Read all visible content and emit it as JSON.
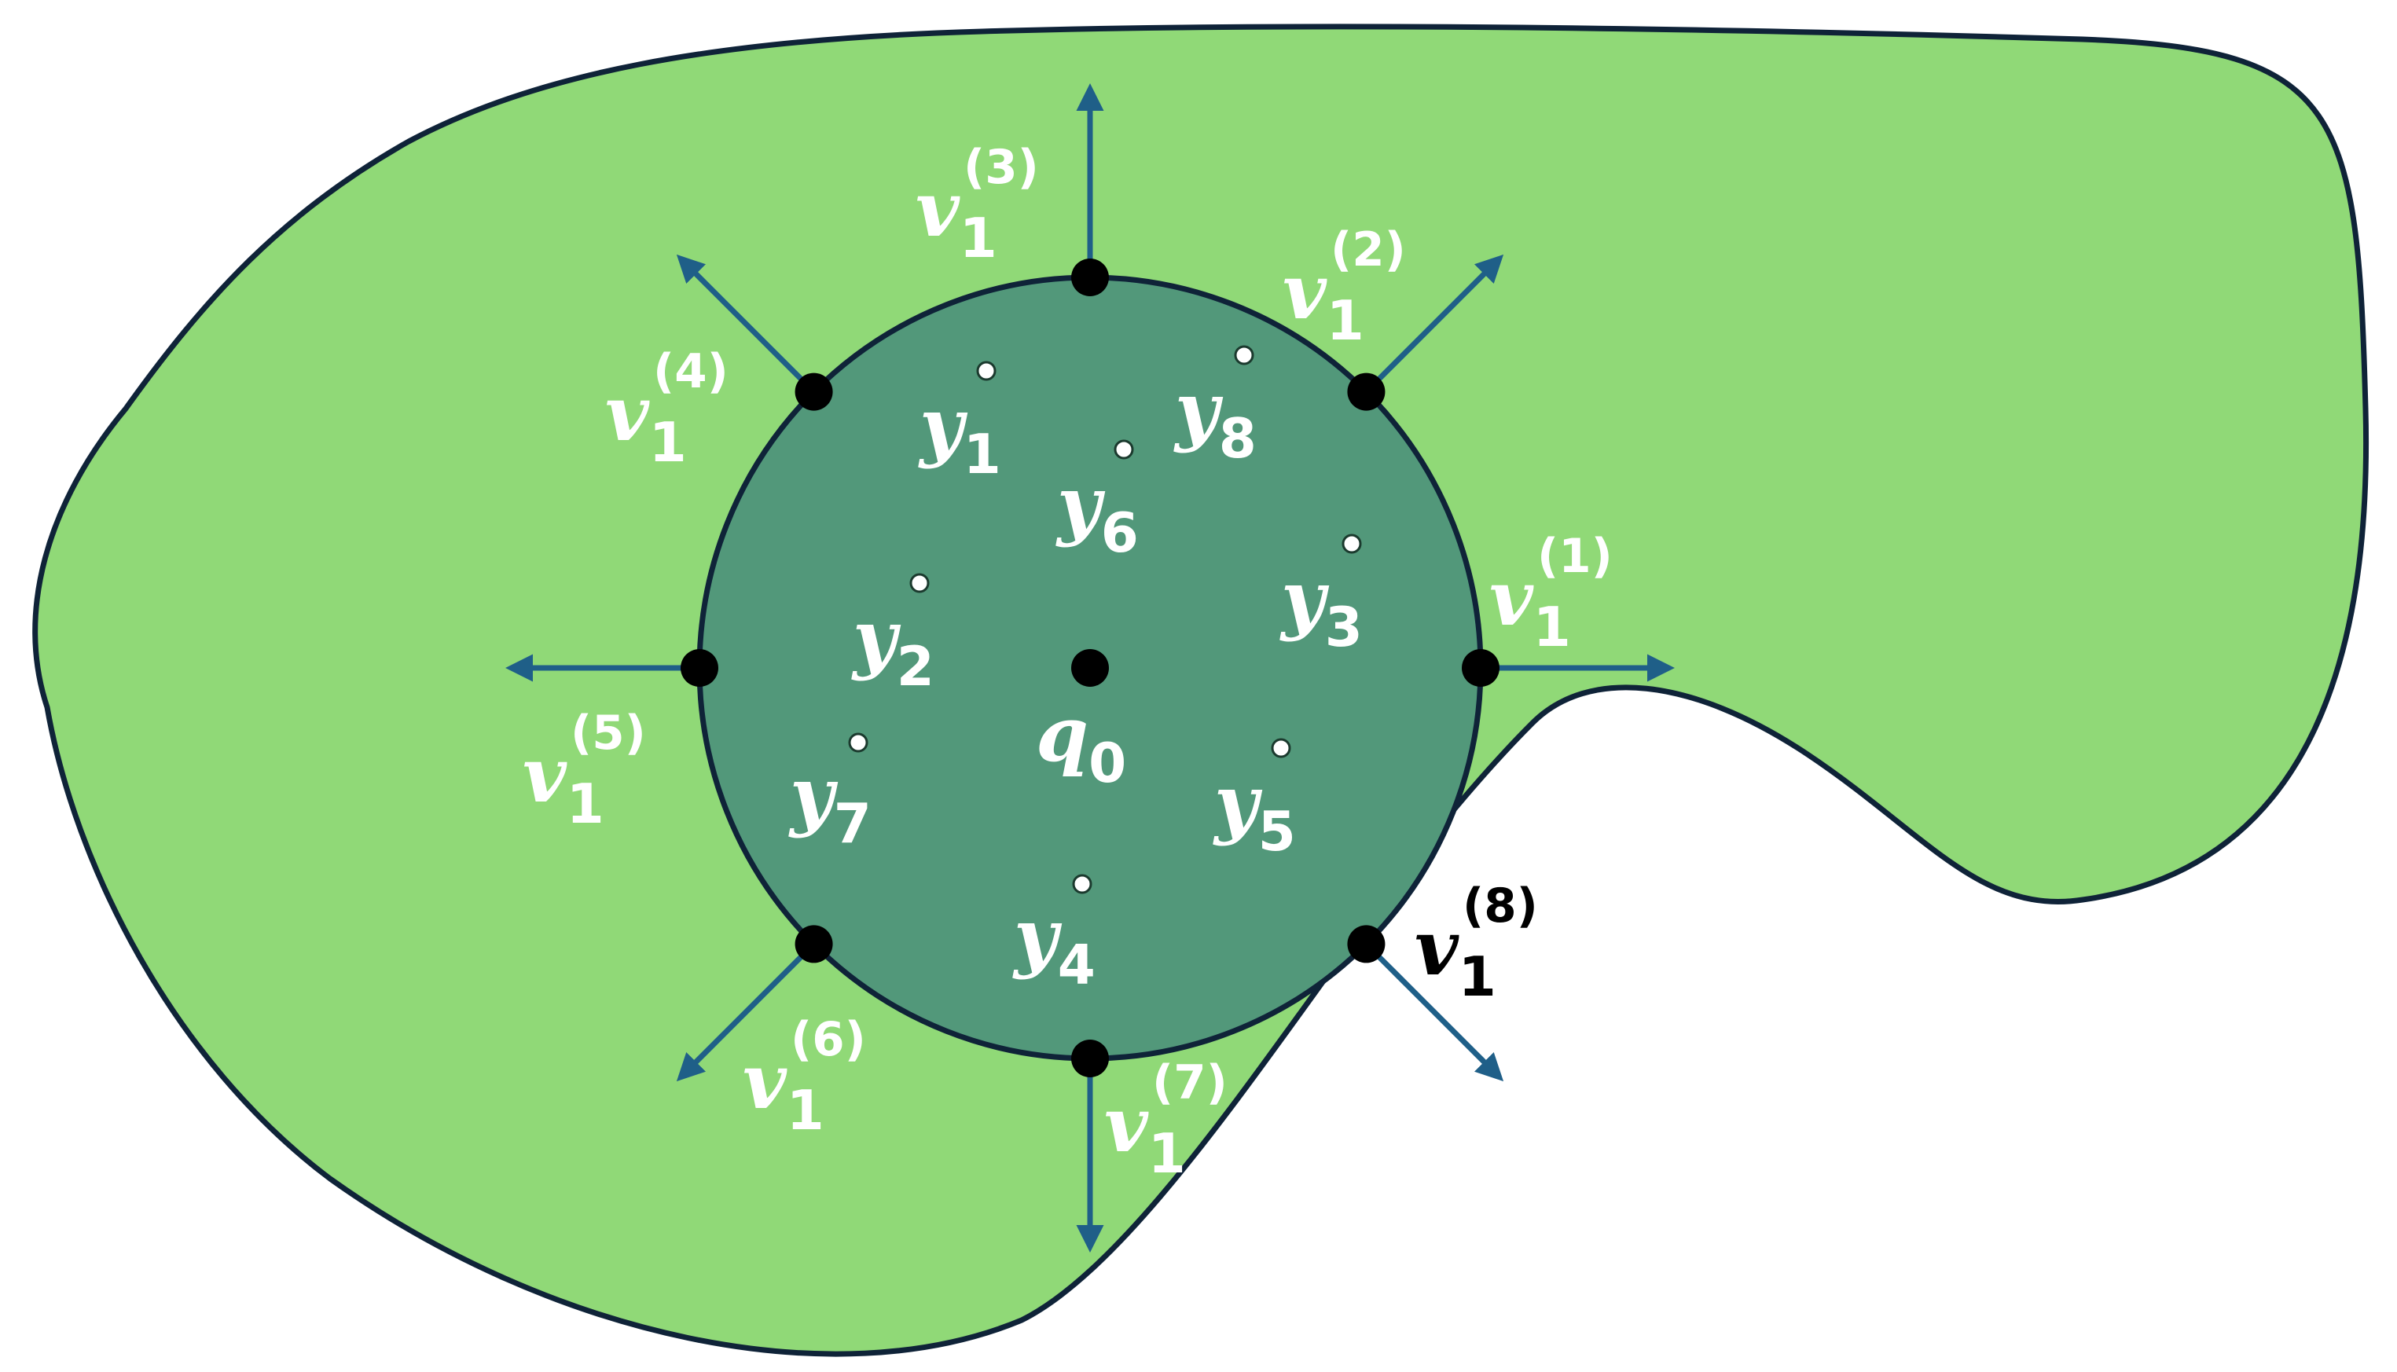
{
  "colors": {
    "outer_region": "#90d977",
    "inner_disk": "#52987a",
    "outline": "#0f2338",
    "arrow": "#1f5f88",
    "label_light": "#ffffff",
    "label_dark": "#000000",
    "sample_point_fill": "#ffffff"
  },
  "center": {
    "symbol": "q",
    "subscript": "0"
  },
  "boundary_points": [
    {
      "symbol": "v",
      "subscript": "1",
      "superscript": "(1)"
    },
    {
      "symbol": "v",
      "subscript": "1",
      "superscript": "(2)"
    },
    {
      "symbol": "v",
      "subscript": "1",
      "superscript": "(3)"
    },
    {
      "symbol": "v",
      "subscript": "1",
      "superscript": "(4)"
    },
    {
      "symbol": "v",
      "subscript": "1",
      "superscript": "(5)"
    },
    {
      "symbol": "v",
      "subscript": "1",
      "superscript": "(6)"
    },
    {
      "symbol": "v",
      "subscript": "1",
      "superscript": "(7)"
    },
    {
      "symbol": "v",
      "subscript": "1",
      "superscript": "(8)"
    }
  ],
  "samples": [
    {
      "symbol": "y",
      "subscript": "1"
    },
    {
      "symbol": "y",
      "subscript": "2"
    },
    {
      "symbol": "y",
      "subscript": "3"
    },
    {
      "symbol": "y",
      "subscript": "4"
    },
    {
      "symbol": "y",
      "subscript": "5"
    },
    {
      "symbol": "y",
      "subscript": "6"
    },
    {
      "symbol": "y",
      "subscript": "7"
    },
    {
      "symbol": "y",
      "subscript": "8"
    }
  ]
}
